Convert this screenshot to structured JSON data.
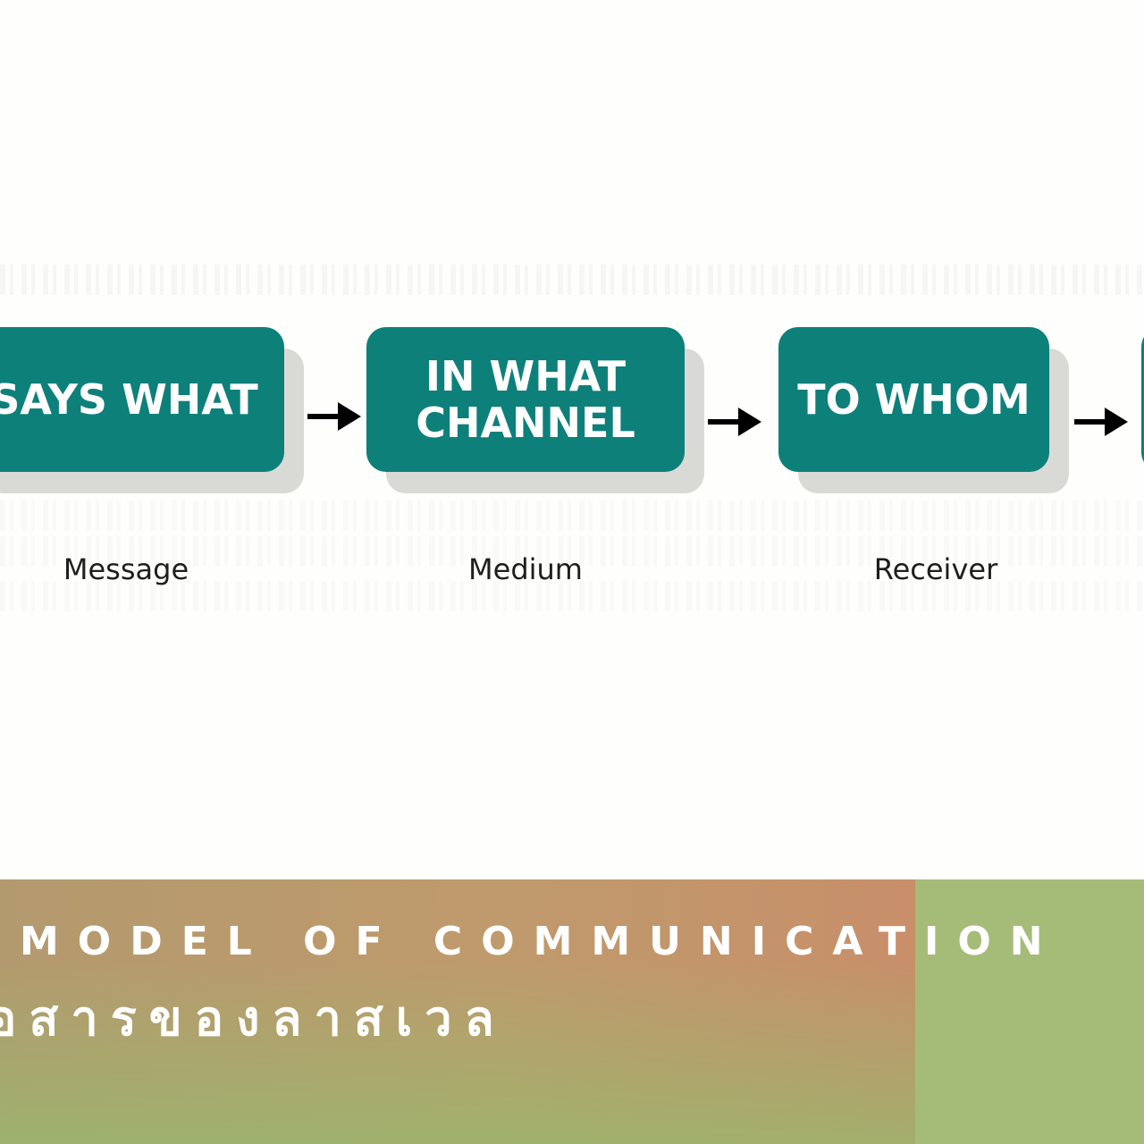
{
  "diagram": {
    "boxes": [
      {
        "label": "SAYS WHAT",
        "caption": "Message"
      },
      {
        "label": "IN WHAT\nCHANNEL",
        "caption": "Medium"
      },
      {
        "label": "TO WHOM",
        "caption": "Receiver"
      },
      {
        "label": ""
      }
    ],
    "colors": {
      "box_fill": "#0e807a",
      "box_shadow": "#d9d9d6",
      "arrow": "#000000",
      "text": "#ffffff"
    }
  },
  "banner": {
    "title": "MODEL OF COMMUNICATION",
    "subtitle": "อสารของลาสเวล",
    "colors": {
      "left": "#c0996c",
      "right": "#a5bc78"
    }
  }
}
